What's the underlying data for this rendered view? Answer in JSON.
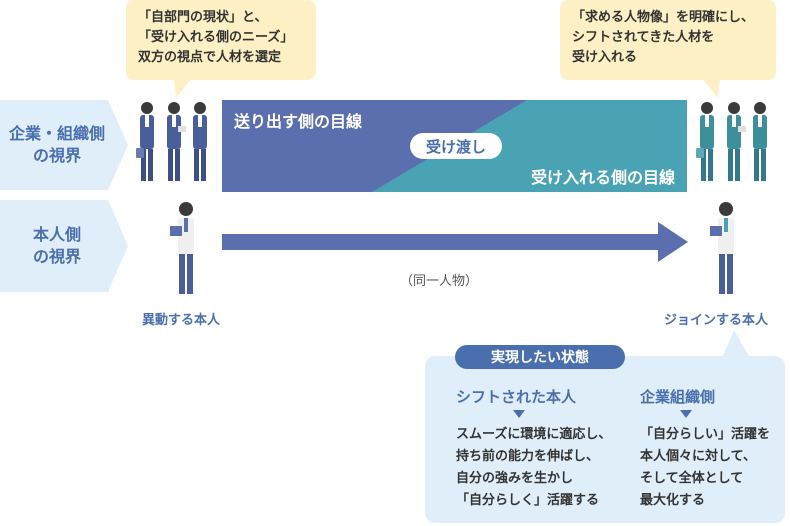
{
  "views": {
    "company": "企業・組織側\nの視界",
    "individual": "本人側\nの視界"
  },
  "bubbles": {
    "left": [
      "「自部門の現状」と、",
      "「受け入れる側のニーズ」",
      "双方の視点で人材を選定"
    ],
    "right": [
      "「求める人物像」を明確にし、",
      "シフトされてきた人材を",
      "受け入れる"
    ]
  },
  "band": {
    "sender": "送り出す側の目線",
    "handover": "受け渡し",
    "receiver": "受け入れる側の目線"
  },
  "persons": {
    "left_caption": "異動する本人",
    "right_caption": "ジョインする本人",
    "same_person": "（同一人物）"
  },
  "result": {
    "title": "実現したい状態",
    "col1": {
      "head": "シフトされた本人",
      "lines": [
        "スムーズに環境に適応し、",
        "持ち前の能力を伸ばし、",
        "自分の強みを生かし",
        "「自分らしく」活躍する"
      ]
    },
    "col2": {
      "head": "企業組織側",
      "lines": [
        "「自分らしい」活躍を",
        "本人個々に対して、",
        "そして全体として",
        "最大化する"
      ]
    }
  },
  "colors": {
    "navy": "#5b6fae",
    "teal": "#4aa3b4",
    "accent": "#4a6fae",
    "pale_blue": "#dfeef8",
    "bubble": "#fdf0c4"
  }
}
